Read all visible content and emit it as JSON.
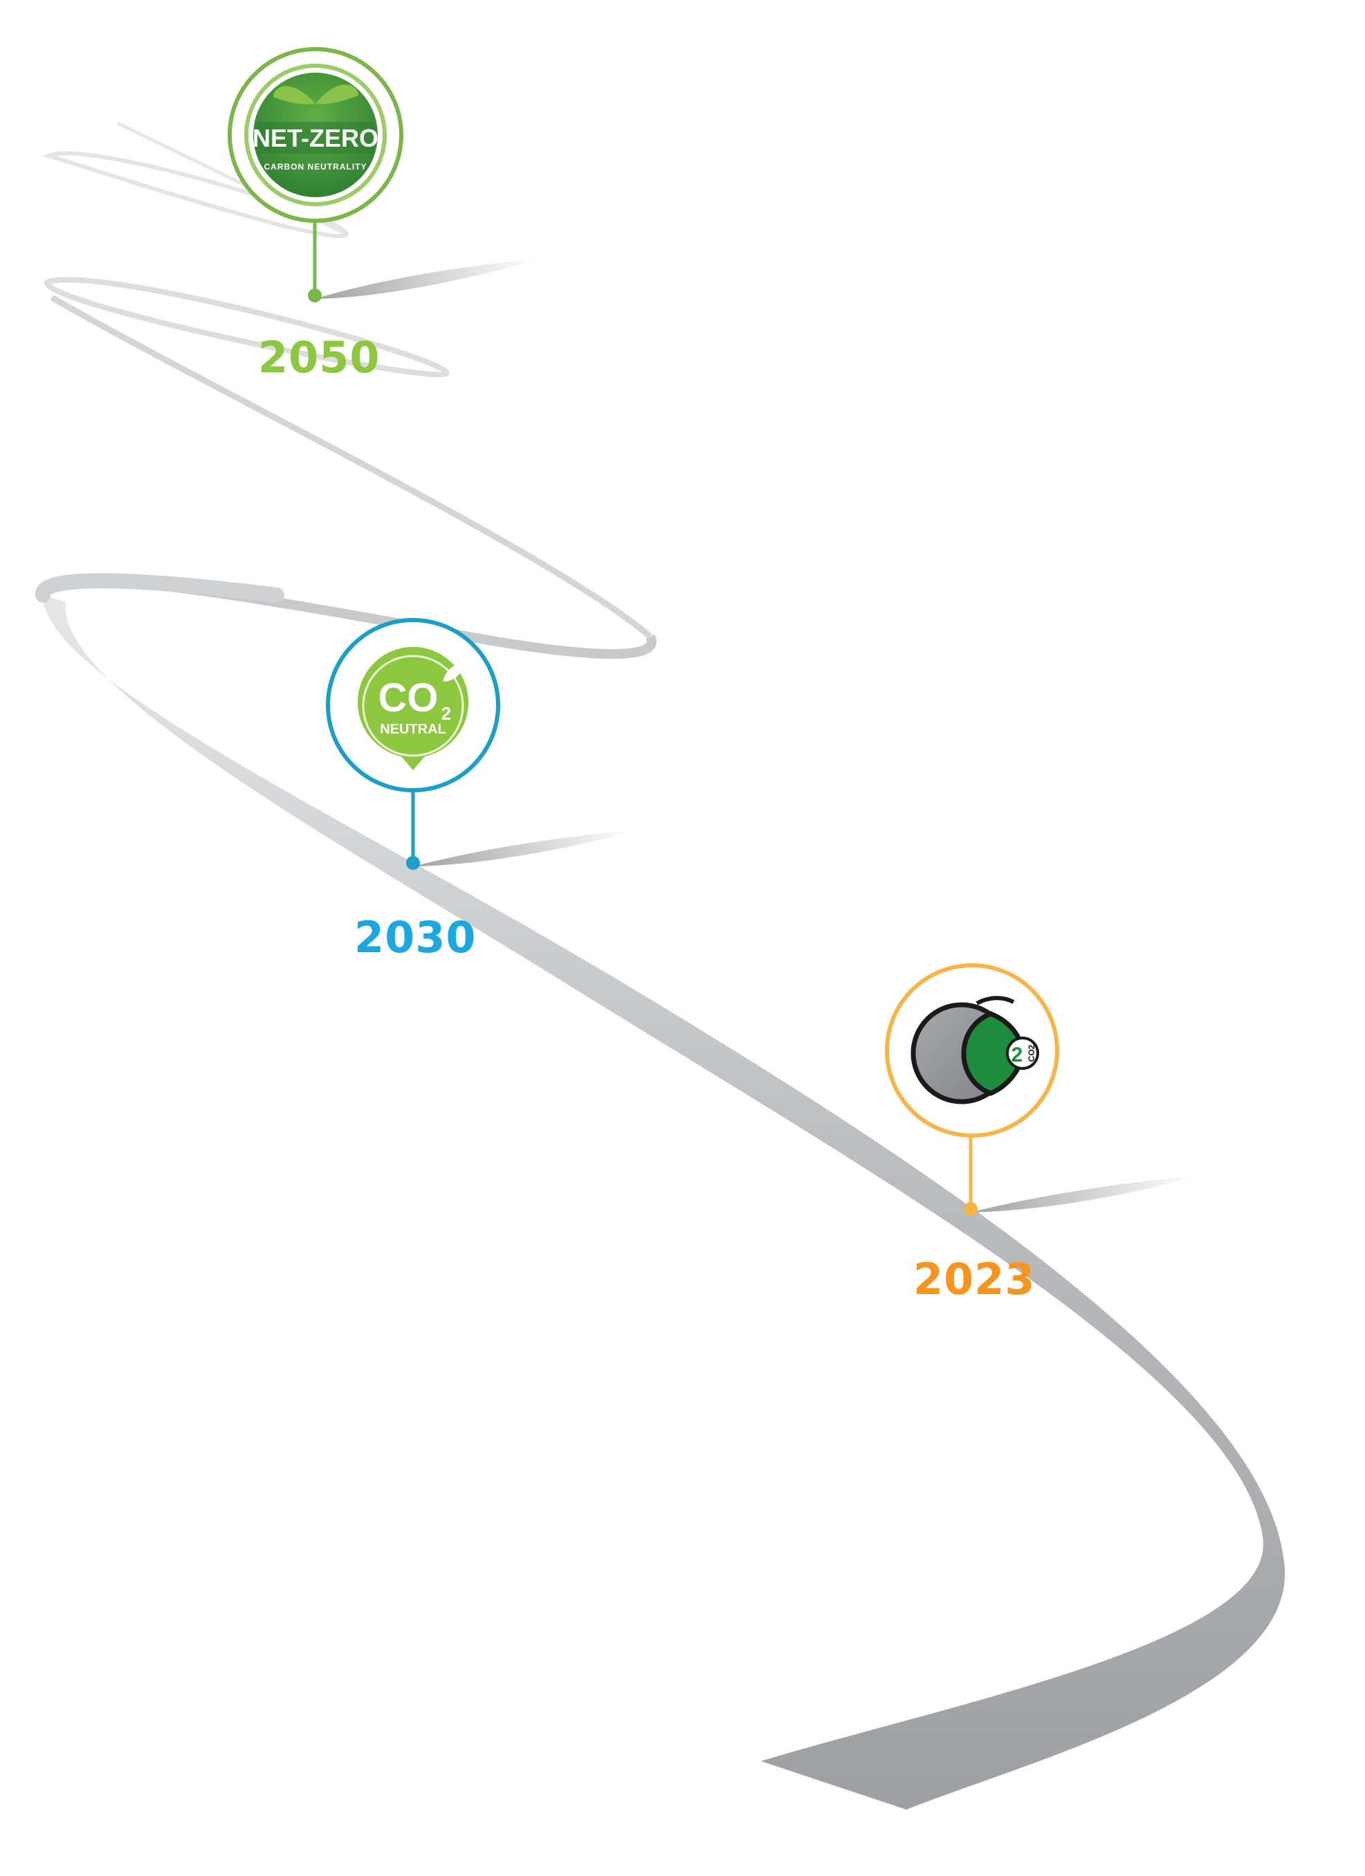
{
  "milestones": [
    {
      "year": "2050",
      "badge_text": "NET-ZERO",
      "badge_subtext": "CARBON NEUTRALITY",
      "icon": "net-zero-badge-icon",
      "ring_color": "#7ab648",
      "year_color": "#8dc63f"
    },
    {
      "year": "2030",
      "badge_text": "CO",
      "badge_sub": "2",
      "badge_subtext": "NEUTRAL",
      "icon": "co2-neutral-leaf-icon",
      "ring_color": "#1a9fc9",
      "year_color": "#1ba8e0"
    },
    {
      "year": "2023",
      "badge_text": "2",
      "badge_subtext": "CO2",
      "icon": "co2-reduction-moon-icon",
      "ring_color": "#f7b548",
      "year_color": "#f7941d"
    }
  ],
  "colors": {
    "road_near": "#a6a8ab",
    "road_far": "#e2e3e4"
  }
}
